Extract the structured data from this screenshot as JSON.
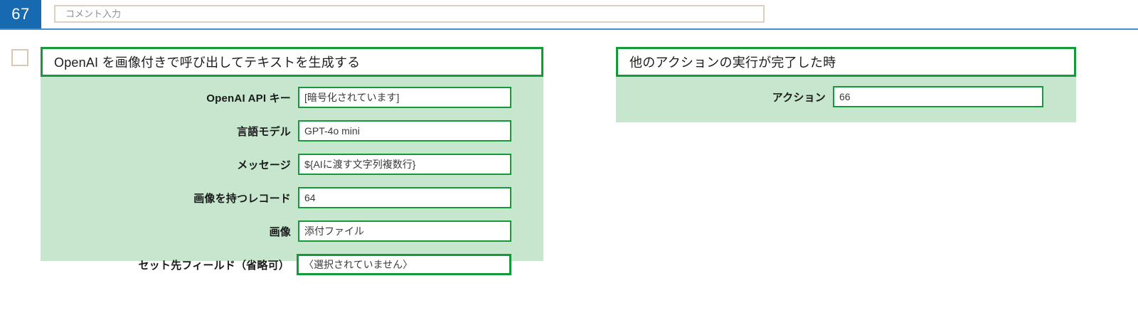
{
  "topbar": {
    "row_number": "67",
    "comment_placeholder": "コメント入力",
    "badge_color": "#1769b0",
    "divider_color": "#3f8fd0"
  },
  "checkbox": {
    "checked": false,
    "border_color": "#d9c8b4"
  },
  "theme": {
    "panel_border": "#129b38",
    "panel_background": "#c6e6cd",
    "panel_title_background": "#ffffff"
  },
  "panels": [
    {
      "id": "openai-action",
      "title": "OpenAI を画像付きで呼び出してテキストを生成する",
      "fields": [
        {
          "label": "OpenAI API キー",
          "value": "[暗号化されています]"
        },
        {
          "label": "言語モデル",
          "value": "GPT-4o mini"
        },
        {
          "label": "メッセージ",
          "value": "${AIに渡す文字列複数行}"
        },
        {
          "label": "画像を持つレコード",
          "value": "64"
        },
        {
          "label": "画像",
          "value": "添付ファイル"
        },
        {
          "label": "セット先フィールド（省略可）",
          "value": "〈選択されていません〉"
        }
      ]
    },
    {
      "id": "trigger-action",
      "title": "他のアクションの実行が完了した時",
      "fields": [
        {
          "label": "アクション",
          "value": "66"
        }
      ]
    }
  ]
}
